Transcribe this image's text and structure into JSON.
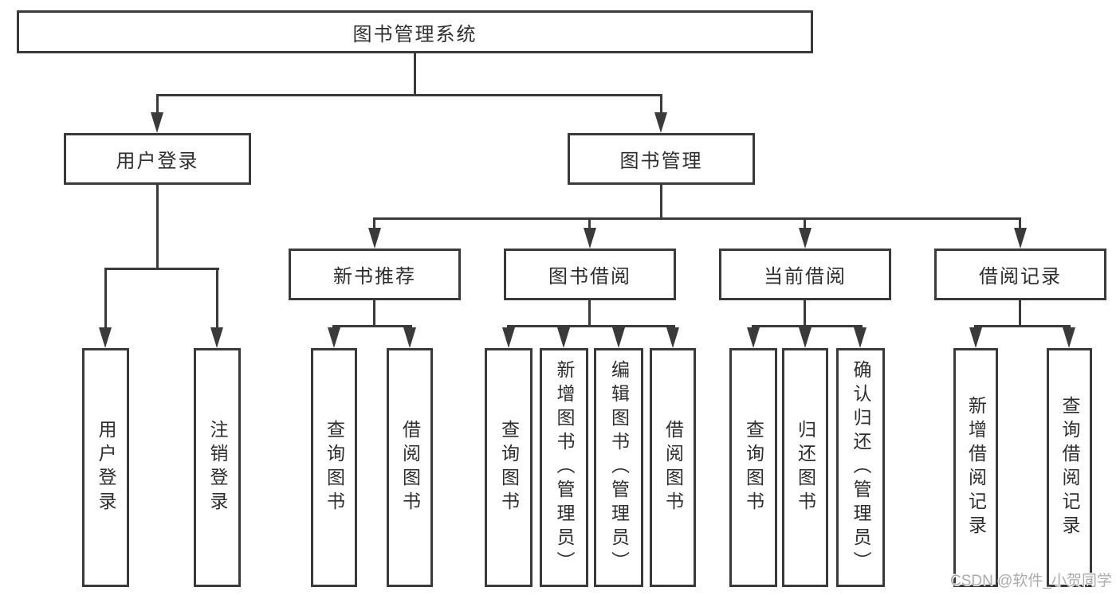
{
  "tree": {
    "root": {
      "label": "图书管理系统",
      "children": [
        {
          "label": "用户登录",
          "children": [
            {
              "label": "用户登录"
            },
            {
              "label": "注销登录"
            }
          ]
        },
        {
          "label": "图书管理",
          "children": [
            {
              "label": "新书推荐",
              "children": [
                {
                  "label": "查询图书"
                },
                {
                  "label": "借阅图书"
                }
              ]
            },
            {
              "label": "图书借阅",
              "children": [
                {
                  "label": "查询图书"
                },
                {
                  "label": "新增图书（管理员）"
                },
                {
                  "label": "编辑图书（管理员）"
                },
                {
                  "label": "借阅图书"
                }
              ]
            },
            {
              "label": "当前借阅",
              "children": [
                {
                  "label": "查询图书"
                },
                {
                  "label": "归还图书"
                },
                {
                  "label": "确认归还（管理员）"
                }
              ]
            },
            {
              "label": "借阅记录",
              "children": [
                {
                  "label": "新增借阅记录"
                },
                {
                  "label": "查询借阅记录"
                }
              ]
            }
          ]
        }
      ]
    }
  },
  "watermark": {
    "text": "CSDN @软件_小贺同学"
  },
  "colors": {
    "border": "#3a3a3a",
    "text": "#2e2e2e",
    "background": "#ffffff",
    "watermark": "#ababab"
  }
}
